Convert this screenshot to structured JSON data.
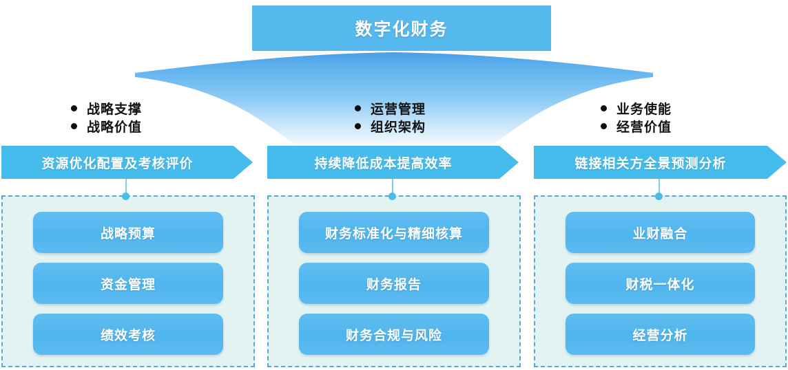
{
  "header": {
    "title": "数字化财务"
  },
  "colors": {
    "title_bg": "#55b9ee",
    "banner_bg": "#45bcec",
    "box_blue": "#55b6ef",
    "container_fill": "#e2f3f2",
    "container_border": "#52a9d9",
    "connector": "#4dbbe8",
    "swoosh_top": "#5aabea",
    "text_white": "#ffffff",
    "text_dark": "#111111"
  },
  "columns": [
    {
      "bullets": [
        "战略支撑",
        "战略价值"
      ],
      "banner_label": "资源优化配置及考核评价",
      "items": [
        "战略预算",
        "资金管理",
        "绩效考核"
      ]
    },
    {
      "bullets": [
        "运营管理",
        "组织架构"
      ],
      "banner_label": "持续降低成本提高效率",
      "items": [
        "财务标准化与精细核算",
        "财务报告",
        "财务合规与风险"
      ]
    },
    {
      "bullets": [
        "业务使能",
        "经营价值"
      ],
      "banner_label": "链接相关方全景预测分析",
      "items": [
        "业财融合",
        "财税一体化",
        "经营分析"
      ]
    }
  ]
}
